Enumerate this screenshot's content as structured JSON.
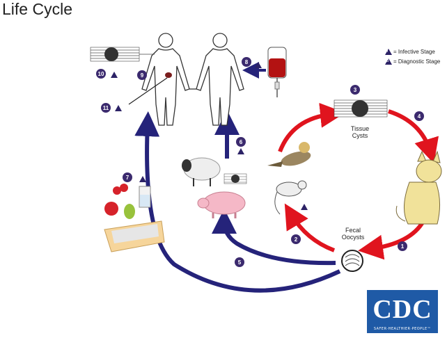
{
  "title": "Life Cycle",
  "legend": {
    "infective": "= Infective Stage",
    "diagnostic": "= Diagnostic Stage"
  },
  "labels": {
    "tissue_cysts": "Tissue\nCysts",
    "fecal_oocysts": "Fecal\nOocysts"
  },
  "steps": [
    "1",
    "2",
    "3",
    "4",
    "5",
    "6",
    "7",
    "8",
    "9",
    "10",
    "11"
  ],
  "logo": {
    "text": "CDC",
    "tagline": "SAFER·HEALTHIER·PEOPLE™"
  },
  "colors": {
    "red_arrow": "#e0141e",
    "blue_arrow": "#25237a",
    "step_badge": "#3b2a6e",
    "cdc_blue": "#1f5aa6"
  },
  "icons": [
    "human-figure-icon",
    "blood-bag-icon",
    "bird-icon",
    "cat-icon",
    "mouse-icon",
    "sheep-icon",
    "pig-icon",
    "fruit-icon",
    "water-glass-icon",
    "litter-box-icon",
    "tissue-cyst-icon",
    "oocyst-icon"
  ]
}
